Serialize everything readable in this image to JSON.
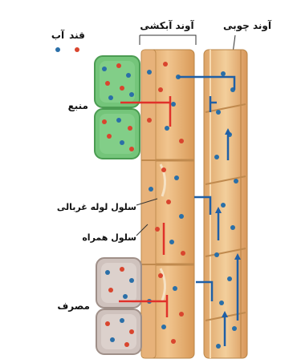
{
  "labels": {
    "water": "آب",
    "sugar": "قند",
    "xylem": "آوند چوبی",
    "phloem": "آوند آبکشی",
    "source": "منبع",
    "sieve_tube_cell": "سلول لوله غربالی",
    "companion_cell": "سلول همراه",
    "sink": "مصرف"
  },
  "colors": {
    "water": "#2a6fa8",
    "sugar": "#d9452e",
    "source_cell": "#74c57a",
    "sink_cell": "#cfc2bd",
    "vessel": "#e8b77b",
    "flow_water": "#1f5fa6",
    "flow_sugar": "#e0312a"
  },
  "icons": {
    "water_legend": "blue-dot",
    "sugar_legend": "red-dot"
  }
}
